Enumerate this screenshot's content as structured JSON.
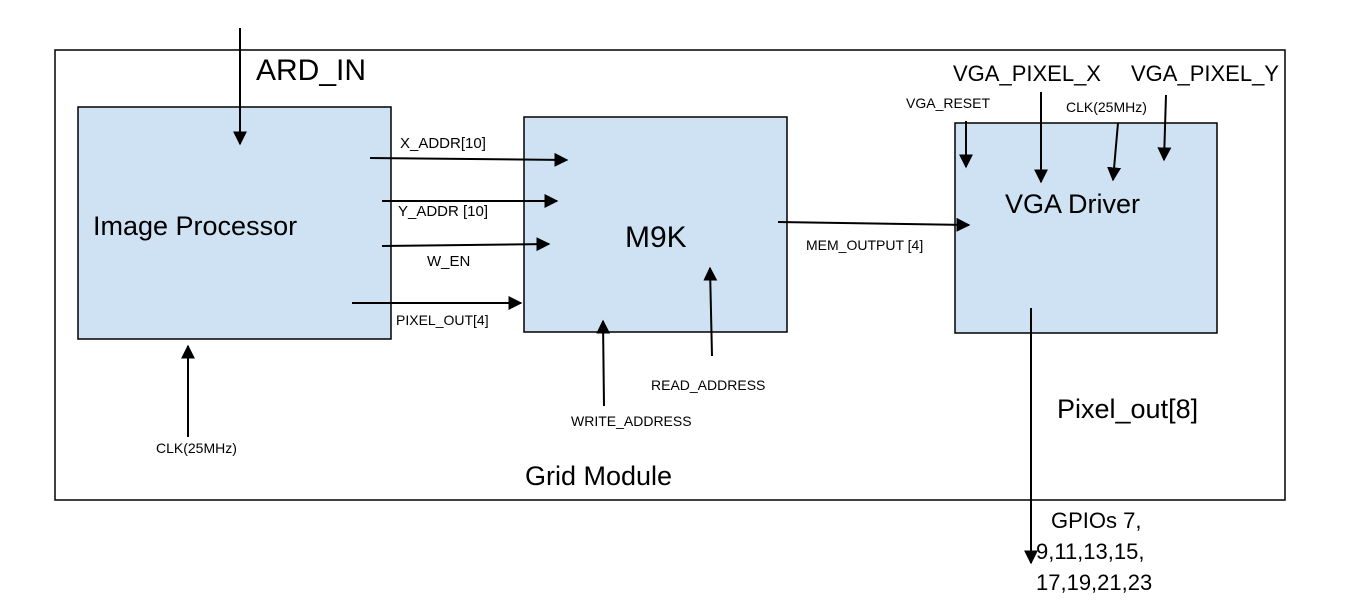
{
  "module_label": "Grid Module",
  "blocks": {
    "image_processor": "Image Processor",
    "m9k": "M9K",
    "vga_driver": "VGA Driver"
  },
  "signals": {
    "ard_in": "ARD_IN",
    "clk_image_processor": "CLK(25MHz)",
    "x_addr": "X_ADDR[10]",
    "y_addr": "Y_ADDR [10]",
    "w_en": "W_EN",
    "pixel_out_4": "PIXEL_OUT[4]",
    "write_address": "WRITE_ADDRESS",
    "read_address": "READ_ADDRESS",
    "mem_output": "MEM_OUTPUT [4]",
    "vga_reset": "VGA_RESET",
    "vga_pixel_x": "VGA_PIXEL_X",
    "vga_pixel_y": "VGA_PIXEL_Y",
    "clk_vga": "CLK(25MHz)",
    "pixel_out_8": "Pixel_out[8]"
  },
  "gpio_lines": [
    "GPIOs 7,",
    "9,11,13,15,",
    "17,19,21,23"
  ]
}
